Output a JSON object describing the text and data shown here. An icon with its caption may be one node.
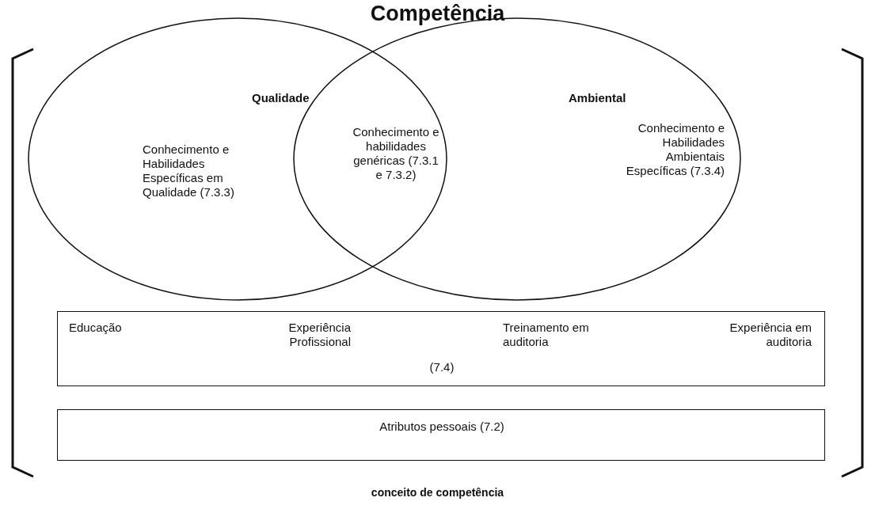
{
  "diagram": {
    "title": "Competência",
    "caption": "conceito de competência",
    "nodes": [
      {
        "text": [
          "Qualidade",
          "Conhecimento e Habilidades Específicas em Qualidade (7.3.3)"
        ]
      },
      {
        "text": [
          "Ambiental",
          "Conhecimento e Habilidades Ambientais Específicas (7.3.4)"
        ]
      },
      {
        "text": [
          "Conhecimento e habilidades genéricas (7.3.1 e 7.3.2)"
        ]
      },
      {
        "text": [
          "Educação",
          "Experiência Profissional",
          "Treinamento em auditoria",
          "Experiência em auditoria",
          "(7.4)"
        ]
      },
      {
        "text": [
          "Atributos pessoais (7.2)"
        ]
      }
    ],
    "edges": []
  }
}
